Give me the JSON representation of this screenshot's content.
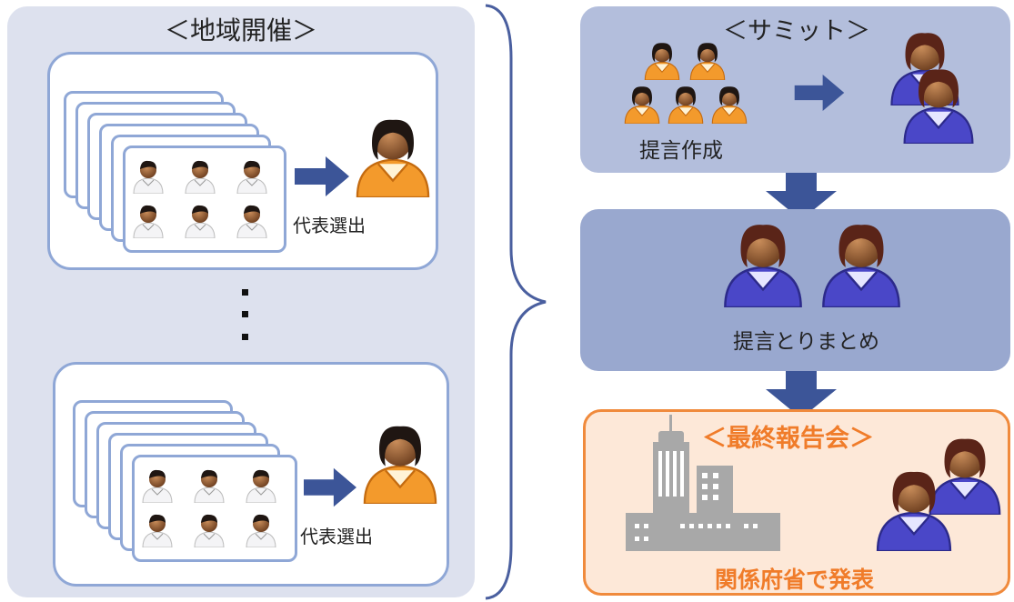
{
  "left_panel": {
    "title": "＜地域開催＞",
    "groups": [
      {
        "caption": "代表選出"
      },
      {
        "caption": "代表選出"
      }
    ],
    "ellipsis": "⋮"
  },
  "summit": {
    "title": "＜サミット＞",
    "caption": "提言作成"
  },
  "compile": {
    "caption": "提言とりまとめ"
  },
  "final": {
    "title": "＜最終報告会＞",
    "caption": "関係府省で発表"
  },
  "colors": {
    "left_bg": "#dde1ee",
    "box_border": "#8fa7d6",
    "summit_bg": "#b3bedc",
    "compile_bg": "#99a8cf",
    "final_bg": "#fde8d8",
    "final_border": "#f08a3c",
    "final_text": "#f07c2a",
    "arrow": "#3c5598",
    "orange_person": "#f39a2c",
    "purple_person": "#4a47c8"
  },
  "icons": [
    "person-icon",
    "arrow-right-icon",
    "arrow-down-icon",
    "building-icon",
    "brace-icon"
  ]
}
